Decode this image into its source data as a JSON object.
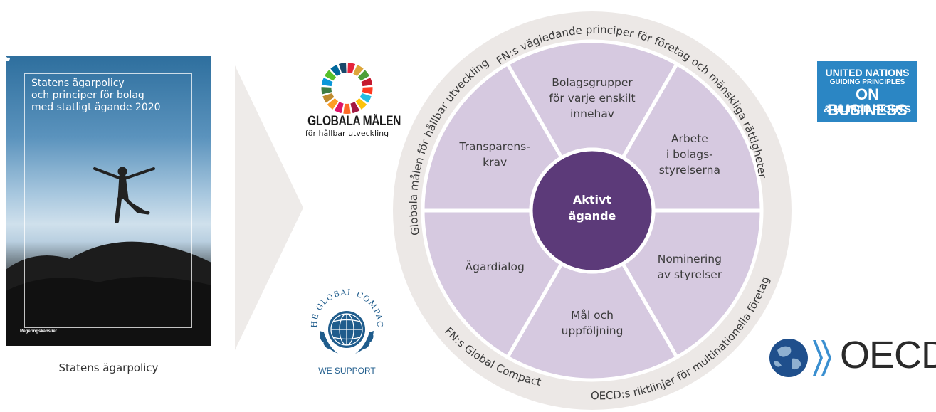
{
  "cover": {
    "title_lines": [
      "Statens ägarpolicy",
      "och principer för bolag",
      "med statligt ägande 2020"
    ],
    "publisher": "Regeringskansliet",
    "caption": "Statens ägarpolicy"
  },
  "sdg": {
    "title": "GLOBALA MÅLEN",
    "subtitle": "för hållbar utveckling"
  },
  "global_compact": {
    "arc_text": "THE GLOBAL COMPACT",
    "support": "WE SUPPORT"
  },
  "wheel": {
    "center_lines": [
      "Aktivt",
      "ägande"
    ],
    "segments": [
      {
        "lines": [
          "Bolagsgrupper",
          "för varje enskilt",
          "innehav"
        ]
      },
      {
        "lines": [
          "Arbete",
          "i bolags-",
          "styrelserna"
        ]
      },
      {
        "lines": [
          "Nominering",
          "av styrelser"
        ]
      },
      {
        "lines": [
          "Mål och",
          "uppföljning"
        ]
      },
      {
        "lines": [
          "Ägardialog"
        ]
      },
      {
        "lines": [
          "Transparens-",
          "krav"
        ]
      }
    ],
    "ring_texts": {
      "top": "FN:s vägledande principer för företag och mänskliga rättigheter",
      "left": "Globala målen för hållbar utveckling",
      "bottom_left": "FN:s Global Compact",
      "bottom_right": "OECD:s riktlinjer för multinationella företag"
    },
    "colors": {
      "ring": "#ece8e6",
      "segment": "#d6c9e0",
      "center": "#5c3a79"
    }
  },
  "un_logo": {
    "line1": "UNITED NATIONS",
    "line2": "GUIDING PRINCIPLES",
    "line3": "ON BUSINESS",
    "line4": "& HUMAN RIGHTS"
  },
  "oecd": {
    "text": "OECD"
  }
}
